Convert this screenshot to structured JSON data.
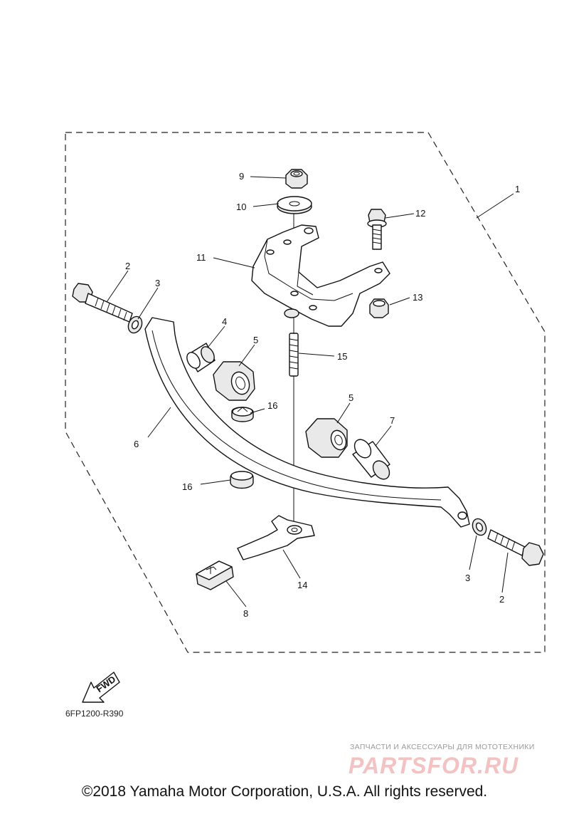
{
  "callouts": {
    "c1": "1",
    "c2a": "2",
    "c2b": "2",
    "c3a": "3",
    "c3b": "3",
    "c4": "4",
    "c5a": "5",
    "c5b": "5",
    "c6": "6",
    "c7": "7",
    "c8": "8",
    "c9": "9",
    "c10": "10",
    "c11": "11",
    "c12": "12",
    "c13": "13",
    "c14": "14",
    "c15": "15",
    "c16a": "16",
    "c16b": "16"
  },
  "fwd_label": "FWD",
  "diagram_code": "6FP1200-R390",
  "watermark": {
    "subtitle": "ЗАПЧАСТИ И АКСЕССУАРЫ ДЛЯ МОТОТЕХНИКИ",
    "brand": "PARTSFOR.RU"
  },
  "copyright": "©2018 Yamaha Motor Corporation, U.S.A. All rights reserved."
}
